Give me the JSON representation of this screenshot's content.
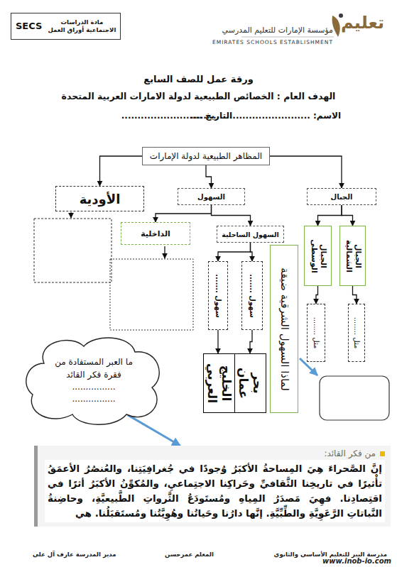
{
  "diagram": {
    "title": "ورقة عمل للصف السابع",
    "nodes": [
      {
        "text": [
          "مادة الدراسات الاجتماعية أوراق العمل",
          "SECS"
        ]
      },
      {
        "text": [
          "المظاهر الطبيعية لدولة الإمارات"
        ]
      },
      {
        "text": [
          "الجبال"
        ]
      },
      {
        "text": [
          "السهول"
        ]
      },
      {
        "text": [
          "الأودية"
        ]
      },
      {
        "text": [
          "الجبال الشمالية"
        ]
      },
      {
        "text": [
          "الجبال الوسطى"
        ]
      },
      {
        "text": [
          "السهول الساحلية"
        ]
      },
      {
        "text": [
          "الداخلية"
        ]
      },
      {
        "text": [
          "مثل ........"
        ]
      },
      {
        "text": [
          "مثل ........"
        ]
      },
      {
        "text": [
          "لماذا السهول الشرقية ضيقة"
        ]
      },
      {
        "text": [
          "سهول ......."
        ]
      },
      {
        "text": [
          "سهول ......."
        ]
      },
      {
        "text": [
          "بحر عمان"
        ]
      },
      {
        "text": [
          "الخليج العربي"
        ]
      },
      {
        "text": [
          "ما العبر المستفادة من فقرة فكر القائد",
          "................",
          "................"
        ]
      },
      {
        "text": [
          "من فكر القائد:",
          "إنَّ الصَّحراءَ هِيَ المِساحةُ الأكبَرُ وُجودًا في جُغرافِيَتِنا، والعُنصُرُ الأعمَقُ تأْثيرًا في تاريخِنا الثَّقافيِّ وحَراكِنا الاجتِماعيِ، والمُكوِّنُ الأكبَرُ أثرًا في اقتِصادِنا. فهِيَ مَصدَرُ المِياهِ ومُستَودَعُ الثَّرواتِ الطَّبيعيَّةِ، وحاضِنةُ النَّباتاتِ الرَّعَوِيَّةِ والطِّبِّيَّةِ. إنَّها دارُنا وحَياتُنا وهُوِيَّتُنا ومُستَقبَلُنا. هي"
        ]
      }
    ],
    "edges": [
      {
        "from": 1,
        "to": 2,
        "arrow": "to"
      },
      {
        "from": 1,
        "to": 3,
        "arrow": "to"
      },
      {
        "from": 1,
        "to": 4,
        "arrow": "to"
      },
      {
        "from": 2,
        "to": 5,
        "arrow": "to"
      },
      {
        "from": 2,
        "to": 6,
        "arrow": "to"
      },
      {
        "from": 3,
        "to": 7,
        "arrow": "to"
      },
      {
        "from": 3,
        "to": 8,
        "arrow": "to"
      },
      {
        "from": 5,
        "to": 9,
        "arrow": "to"
      },
      {
        "from": 6,
        "to": 10,
        "arrow": "to"
      },
      {
        "from": 7,
        "to": 12,
        "arrow": "to"
      },
      {
        "from": 7,
        "to": 13,
        "arrow": "to"
      },
      {
        "from": 12,
        "to": 14,
        "arrow": "to"
      },
      {
        "from": 13,
        "to": 15,
        "arrow": "to"
      },
      {
        "from": 16,
        "to": 17,
        "arrow": "to"
      }
    ],
    "labels": [
      "تعليم",
      "مؤسسة الإمارات للتعليم المدرسي",
      "EMIRATES SCHOOLS ESTABLISHMENT",
      "الهدف العام : الخصائص الطبيعية لدولة الامارات العربية المتحدة",
      "الاسم: .....................................",
      "التاريخ .........................",
      "مدير المدرسة عارف آل علي",
      "المعلم عمرحسن",
      "مدرسة البير للتعليم الأساسي والثانوي",
      "www.inob-io.com"
    ]
  }
}
